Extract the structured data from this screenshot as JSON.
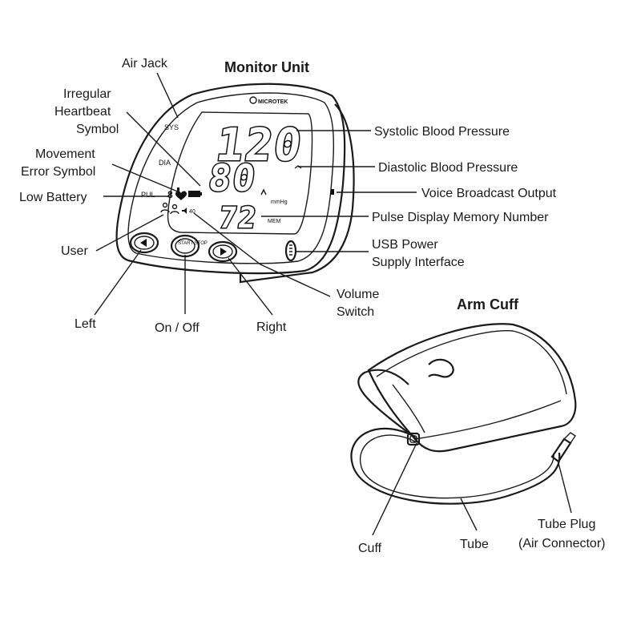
{
  "titles": {
    "monitor": "Monitor Unit",
    "cuff": "Arm Cuff"
  },
  "display": {
    "brand": "MICROTEK",
    "sys_tag": "SYS",
    "dia_tag": "DIA",
    "pul_tag": "PUL",
    "systolic": "120",
    "diastolic": "80",
    "pulse": "72",
    "unit": "mmHg",
    "memory_tag": "MEM",
    "volume_tag": "40",
    "battery_digit": "8",
    "onoff_button": "START STOP"
  },
  "labels": {
    "air_jack": "Air Jack",
    "irregular_1": "Irregular",
    "irregular_2": "Heartbeat",
    "irregular_3": "Symbol",
    "movement_1": "Movement",
    "movement_2": "Error Symbol",
    "low_battery": "Low Battery",
    "user": "User",
    "left": "Left",
    "on_off": "On / Off",
    "right": "Right",
    "volume_1": "Volume",
    "volume_2": "Switch",
    "systolic": "Systolic Blood Pressure",
    "diastolic": "Diastolic Blood Pressure",
    "voice": "Voice Broadcast Output",
    "pulse": "Pulse Display Memory Number",
    "usb_1": "USB Power",
    "usb_2": "Supply Interface",
    "cuff": "Cuff",
    "tube": "Tube",
    "plug_1": "Tube Plug",
    "plug_2": "(Air Connector)"
  },
  "icons": [
    "heart-icon",
    "battery-icon",
    "user-icon",
    "speaker-icon",
    "left-arrow-icon",
    "right-arrow-icon"
  ]
}
